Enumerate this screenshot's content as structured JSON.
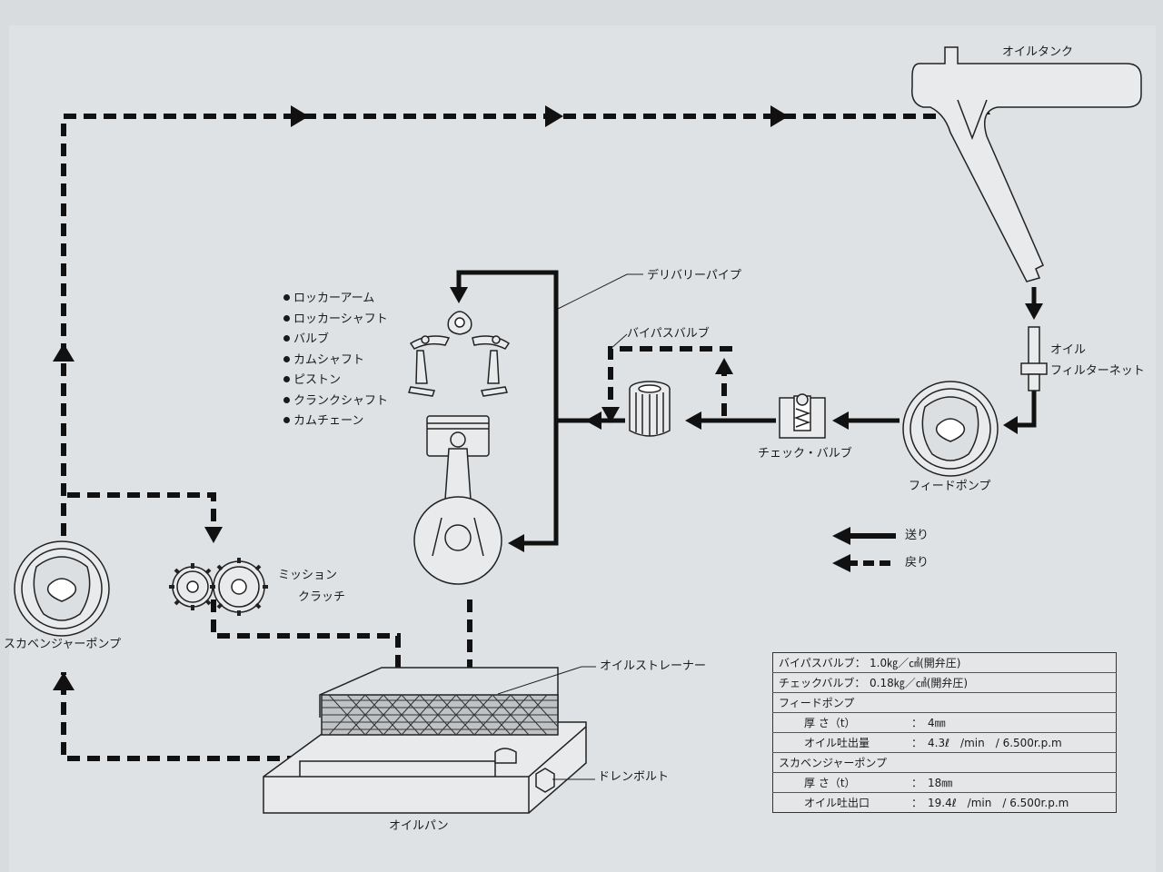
{
  "labels": {
    "oil_tank": "オイルタンク",
    "oil_filter_net_1": "オイル",
    "oil_filter_net_2": "フィルターネット",
    "delivery_pipe": "デリバリーパイプ",
    "bypass_valve": "バイパスバルブ",
    "check_valve": "チェック・バルブ",
    "feed_pump": "フィードポンプ",
    "scavenger_pump": "スカベンジャーポンプ",
    "mission_1": "ミッション",
    "mission_2": "クラッチ",
    "oil_strainer": "オイルストレーナー",
    "drain_bolt": "ドレンボルト",
    "oil_pan": "オイルパン"
  },
  "parts_list": [
    "ロッカーアーム",
    "ロッカーシャフト",
    "バルブ",
    "カムシャフト",
    "ピストン",
    "クランクシャフト",
    "カムチェーン"
  ],
  "legend": {
    "feed": "送り",
    "return": "戻り"
  },
  "spec_table": {
    "bypass": {
      "label": "バイパスバルブ：",
      "value": "1.0㎏／㎠(開弁圧)"
    },
    "check": {
      "label": "チェックバルブ：",
      "value": "0.18㎏／㎠(開弁圧)"
    },
    "feed_title": "フィードポンプ",
    "feed_thickness": {
      "label": "厚 さ（t）",
      "value": "：　4㎜"
    },
    "feed_output": {
      "label": "オイル吐出量",
      "value": "：　4.3ℓ　/min　/ 6.500r.p.m"
    },
    "scav_title": "スカベンジャーポンプ",
    "scav_thickness": {
      "label": "厚 さ（t）",
      "value": "：　18㎜"
    },
    "scav_output": {
      "label": "オイル吐出口",
      "value": "：　19.4ℓ　/min　/ 6.500r.p.m"
    }
  }
}
